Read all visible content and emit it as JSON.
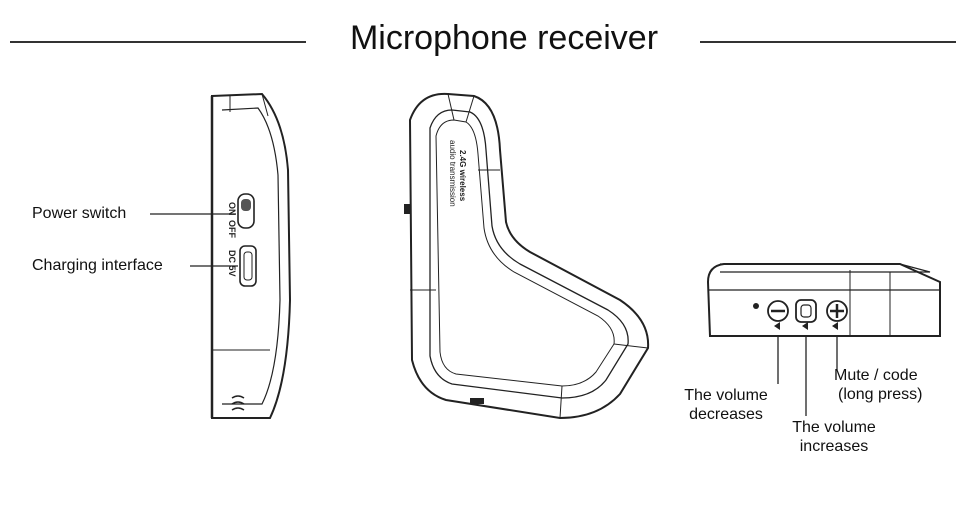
{
  "title": "Microphone receiver",
  "device_side": {
    "print_on": "ON",
    "print_off": "OFF",
    "print_dc": "DC 5V"
  },
  "device_body": {
    "print_line1": "2.4G wireless",
    "print_line2": "audio transmission"
  },
  "callouts": {
    "power_switch": "Power switch",
    "charging_interface": "Charging interface",
    "volume_decreases_1": "The volume",
    "volume_decreases_2": "decreases",
    "volume_increases_1": "The volume",
    "volume_increases_2": "increases",
    "mute_code_1": "Mute / code",
    "mute_code_2": "(long press)"
  }
}
